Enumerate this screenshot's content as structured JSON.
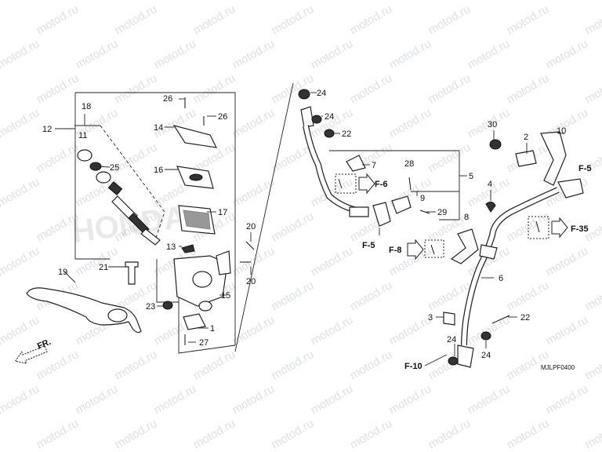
{
  "diagram_code": "MJLPF0400",
  "watermark_text": "motod.ru",
  "direction_label": "FR.",
  "parts": {
    "p1": "1",
    "p2": "2",
    "p3": "3",
    "p4": "4",
    "p5": "5",
    "p6": "6",
    "p7": "7",
    "p8": "8",
    "p9": "9",
    "p10": "10",
    "p11": "11",
    "p12": "12",
    "p13": "13",
    "p14": "14",
    "p15": "15",
    "p16": "16",
    "p17": "17",
    "p18": "18",
    "p19": "19",
    "p20": "20",
    "p21": "21",
    "p22": "22",
    "p23": "23",
    "p24": "24",
    "p25": "25",
    "p26": "26",
    "p27": "27",
    "p28": "28",
    "p29": "29",
    "p30": "30"
  },
  "refs": {
    "f5": "F-5",
    "f6": "F-6",
    "f8": "F-8",
    "f10": "F-10",
    "f35": "F-35"
  }
}
